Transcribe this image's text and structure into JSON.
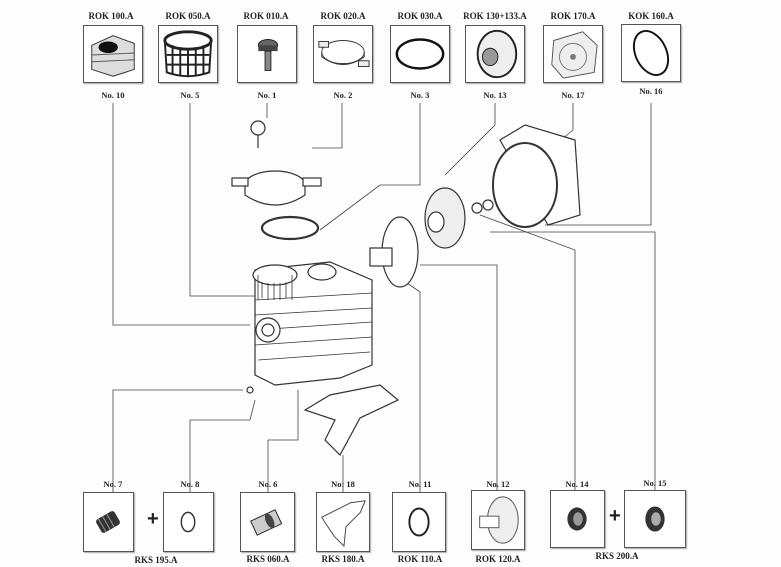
{
  "top_parts": [
    {
      "code": "ROK 100.A",
      "number": "No. 10",
      "icon": "pump-housing"
    },
    {
      "code": "ROK 050.A",
      "number": "No. 5",
      "icon": "strainer-basket"
    },
    {
      "code": "ROK 010.A",
      "number": "No. 1",
      "icon": "vent-screw"
    },
    {
      "code": "ROK 020.A",
      "number": "No. 2",
      "icon": "lid-clamp"
    },
    {
      "code": "ROK 030.A",
      "number": "No. 3",
      "icon": "o-ring"
    },
    {
      "code": "ROK 130+133.A",
      "number": "No. 13",
      "icon": "impeller"
    },
    {
      "code": "ROK 170.A",
      "number": "No. 17",
      "icon": "seal-plate"
    },
    {
      "code": "KOK 160.A",
      "number": "No. 16",
      "icon": "o-ring-large"
    }
  ],
  "bottom_parts": [
    {
      "number": "No. 7",
      "icon": "drain-plug"
    },
    {
      "number": "No. 8",
      "icon": "o-ring-small"
    },
    {
      "number": "No. 6",
      "icon": "coupling"
    },
    {
      "number": "No: 18",
      "icon": "motor-bracket"
    },
    {
      "number": "No. 11",
      "icon": "o-ring"
    },
    {
      "number": "No. 12",
      "icon": "diffuser"
    },
    {
      "number": "No. 14",
      "icon": "mechanical-seal"
    },
    {
      "number": "No. 15",
      "icon": "seal-seat"
    }
  ],
  "bottom_codes": [
    "RKS 195.A",
    "RKS 060.A",
    "RKS 180.A",
    "ROK 110.A",
    "ROK 120.A",
    "RKS 200.A"
  ],
  "plus_sign": "+"
}
